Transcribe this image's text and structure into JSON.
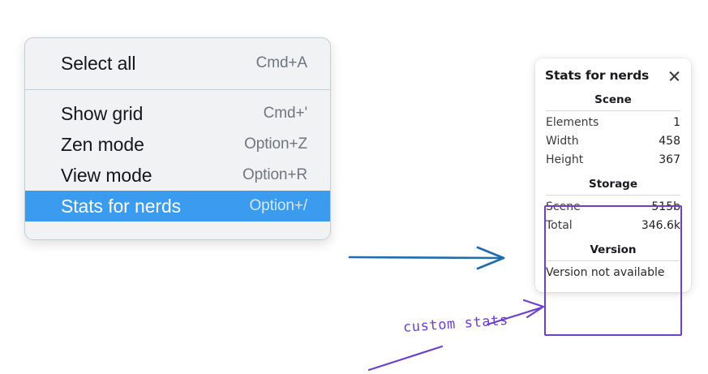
{
  "colors": {
    "menu_bg": "#f1f2f4",
    "menu_border": "#c6ccd4",
    "selection_blue": "#3b9bef",
    "annotation_purple": "#6c3fd1",
    "arrow_blue": "#1f6cb0",
    "panel_bg": "#ffffff"
  },
  "context_menu": {
    "groups": [
      {
        "items": [
          {
            "label": "Select all",
            "shortcut": "Cmd+A",
            "selected": false
          }
        ]
      },
      {
        "items": [
          {
            "label": "Show grid",
            "shortcut": "Cmd+'",
            "selected": false
          },
          {
            "label": "Zen mode",
            "shortcut": "Option+Z",
            "selected": false
          },
          {
            "label": "View mode",
            "shortcut": "Option+R",
            "selected": false
          },
          {
            "label": "Stats for nerds",
            "shortcut": "Option+/",
            "selected": true
          }
        ]
      }
    ]
  },
  "stats_panel": {
    "title": "Stats for nerds",
    "close_icon": "close-icon",
    "sections": [
      {
        "heading": "Scene",
        "rows": [
          {
            "key": "Elements",
            "value": "1"
          },
          {
            "key": "Width",
            "value": "458"
          },
          {
            "key": "Height",
            "value": "367"
          }
        ]
      },
      {
        "heading": "Storage",
        "rows": [
          {
            "key": "Scene",
            "value": "515b"
          },
          {
            "key": "Total",
            "value": "346.6k"
          }
        ]
      },
      {
        "heading": "Version",
        "plain": "Version not available"
      }
    ]
  },
  "annotations": {
    "custom_stats_label": "custom stats",
    "blue_arrow_name": "flow-arrow",
    "purple_arrow_name": "callout-arrow",
    "highlight_rect_name": "custom-stats-highlight"
  }
}
